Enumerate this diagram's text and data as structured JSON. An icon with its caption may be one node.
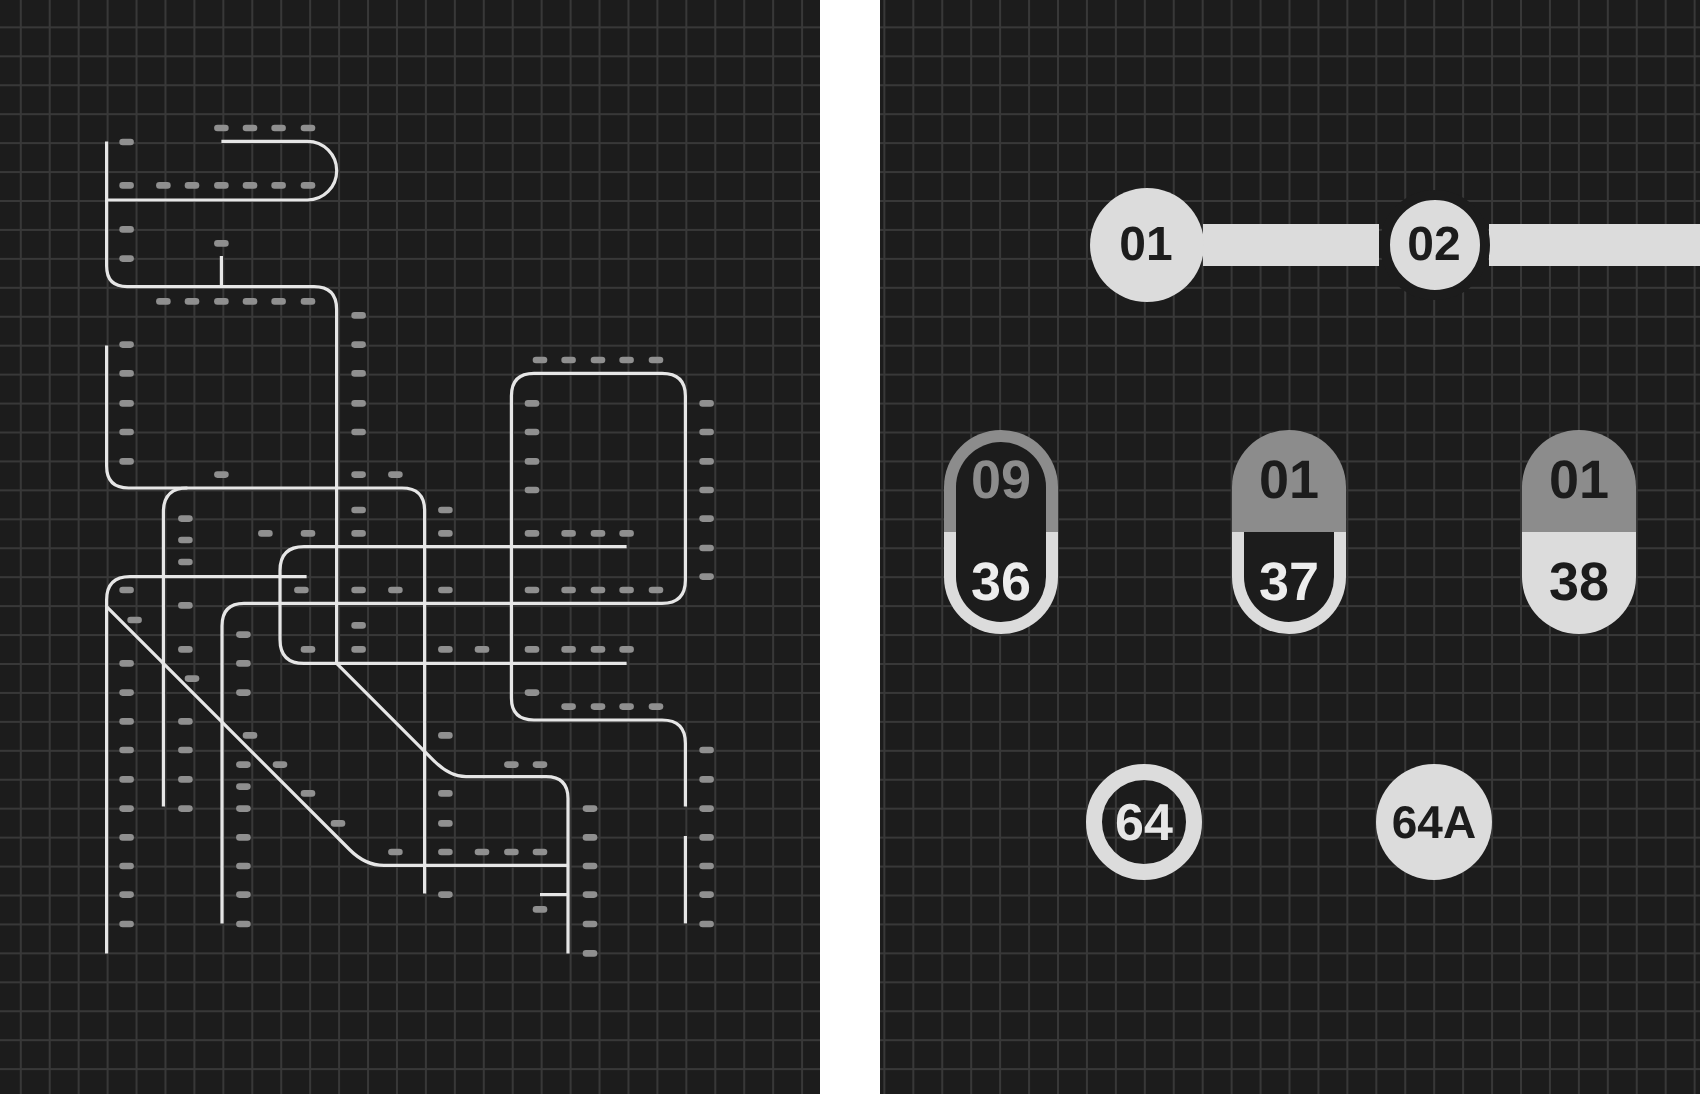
{
  "diagram": {
    "nodes": [
      {
        "text": [
          "01"
        ]
      },
      {
        "text": [
          "02"
        ]
      },
      {
        "text": [
          "09",
          "36"
        ]
      },
      {
        "text": [
          "01",
          "37"
        ]
      },
      {
        "text": [
          "01",
          "38"
        ]
      },
      {
        "text": [
          "64"
        ]
      },
      {
        "text": [
          "64A"
        ]
      }
    ],
    "edges": [
      {
        "from": 0,
        "to": 1,
        "arrow": "none"
      },
      {
        "from": 1,
        "to": null,
        "arrow": "none"
      }
    ]
  }
}
